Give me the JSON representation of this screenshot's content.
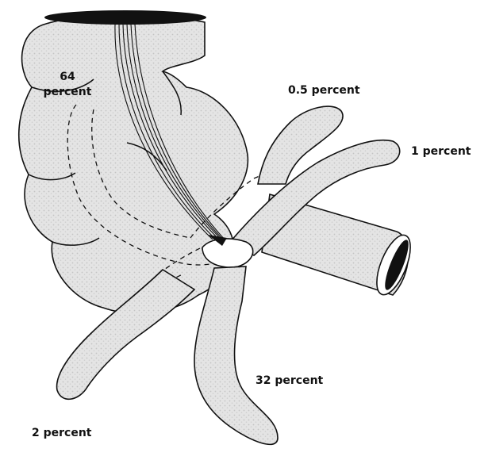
{
  "labels": {
    "top_left_number": "64",
    "top_left_unit": "percent",
    "upper_right": "0.5 percent",
    "right": "1 percent",
    "lower_middle": "32 percent",
    "lower_left": "2 percent"
  },
  "colors": {
    "ink": "#111111",
    "stipple": "#d9d9d9",
    "background": "#ffffff"
  }
}
